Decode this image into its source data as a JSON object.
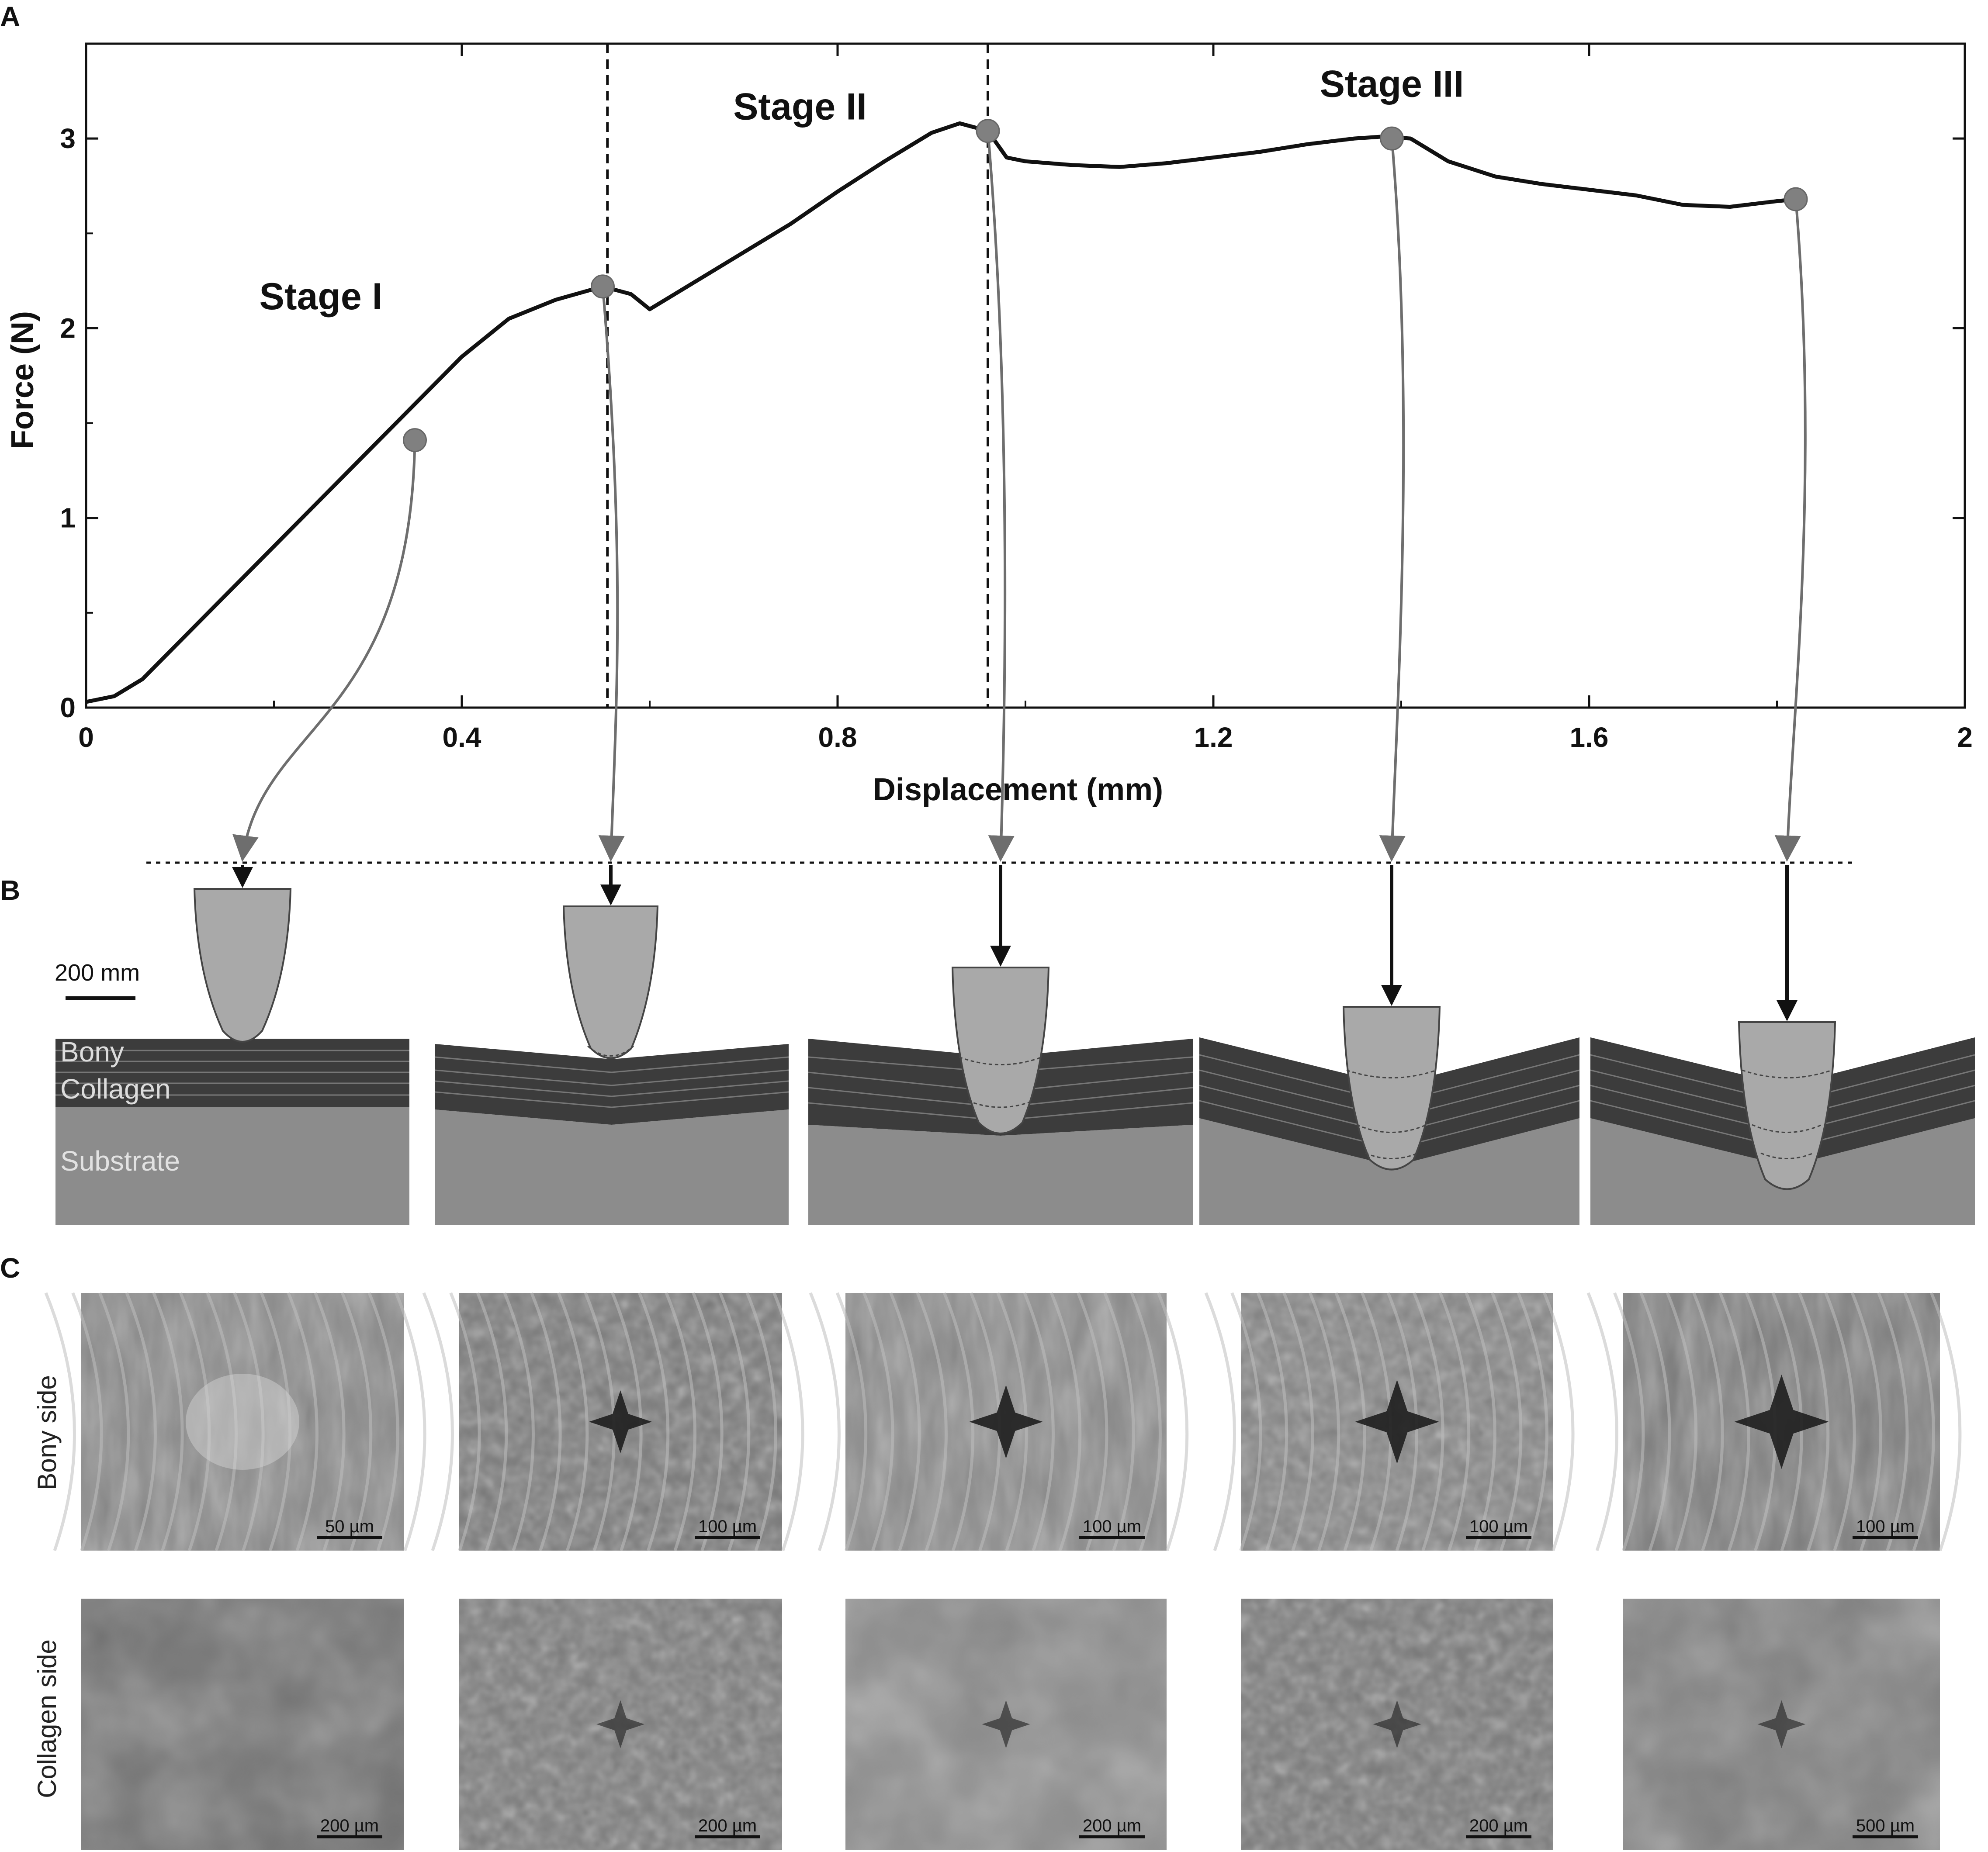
{
  "panels": {
    "a_label": "A",
    "b_label": "B",
    "c_label": "C"
  },
  "chart_data": {
    "type": "line",
    "xlabel": "Displacement (mm)",
    "ylabel": "Force (N)",
    "xlim": [
      0,
      2
    ],
    "ylim": [
      0,
      3.5
    ],
    "xticks": [
      0,
      0.4,
      0.8,
      1.2,
      1.6,
      2
    ],
    "xtick_labels": [
      "0",
      "0.4",
      "0.8",
      "1.2",
      "1.6",
      "2"
    ],
    "yticks": [
      0,
      1,
      2,
      3
    ],
    "ytick_labels": [
      "0",
      "1",
      "2",
      "3"
    ],
    "grid": false,
    "series": [
      {
        "x": [
          0,
          0.03,
          0.06,
          0.1,
          0.15,
          0.2,
          0.25,
          0.3,
          0.35,
          0.4,
          0.45,
          0.5,
          0.55,
          0.58,
          0.6,
          0.65,
          0.7,
          0.75,
          0.8,
          0.85,
          0.9,
          0.93,
          0.96,
          0.98,
          1.0,
          1.05,
          1.1,
          1.15,
          1.2,
          1.25,
          1.3,
          1.35,
          1.38,
          1.41,
          1.45,
          1.5,
          1.55,
          1.6,
          1.65,
          1.7,
          1.75,
          1.8,
          1.82
        ],
        "y": [
          0.03,
          0.06,
          0.15,
          0.35,
          0.6,
          0.85,
          1.1,
          1.35,
          1.6,
          1.85,
          2.05,
          2.15,
          2.22,
          2.18,
          2.1,
          2.25,
          2.4,
          2.55,
          2.72,
          2.88,
          3.03,
          3.08,
          3.04,
          2.9,
          2.88,
          2.86,
          2.85,
          2.87,
          2.9,
          2.93,
          2.97,
          3.0,
          3.01,
          3.0,
          2.88,
          2.8,
          2.76,
          2.73,
          2.7,
          2.65,
          2.64,
          2.67,
          2.68
        ]
      }
    ],
    "markers": [
      {
        "x": 0.35,
        "y": 1.41
      },
      {
        "x": 0.55,
        "y": 2.22
      },
      {
        "x": 0.96,
        "y": 3.04
      },
      {
        "x": 1.39,
        "y": 3.0
      },
      {
        "x": 1.82,
        "y": 2.68
      }
    ],
    "dividers": [
      0.555,
      0.96
    ],
    "annotations": [
      {
        "text": "Stage I",
        "x": 0.25,
        "y": 2.1
      },
      {
        "text": "Stage II",
        "x": 0.76,
        "y": 3.1
      },
      {
        "text": "Stage III",
        "x": 1.39,
        "y": 3.22
      }
    ]
  },
  "schematic": {
    "scale_bar_label": "200 mm",
    "layer_labels": {
      "bony": "Bony",
      "collagen": "Collagen",
      "substrate": "Substrate"
    }
  },
  "micrographs": {
    "row_labels": {
      "bony": "Bony side",
      "collagen": "Collagen side"
    },
    "bony_scale_bars": [
      "50 µm",
      "100 µm",
      "100 µm",
      "100 µm",
      "100 µm"
    ],
    "collagen_scale_bars": [
      "200 µm",
      "200 µm",
      "200 µm",
      "200 µm",
      "500 µm"
    ]
  },
  "colors": {
    "curve": "#111111",
    "marker": "#808080",
    "connector": "#6e6e6e",
    "layers": "#3c3c3c",
    "substrate": "#8c8c8c",
    "indenter": "#a9a9a9"
  }
}
